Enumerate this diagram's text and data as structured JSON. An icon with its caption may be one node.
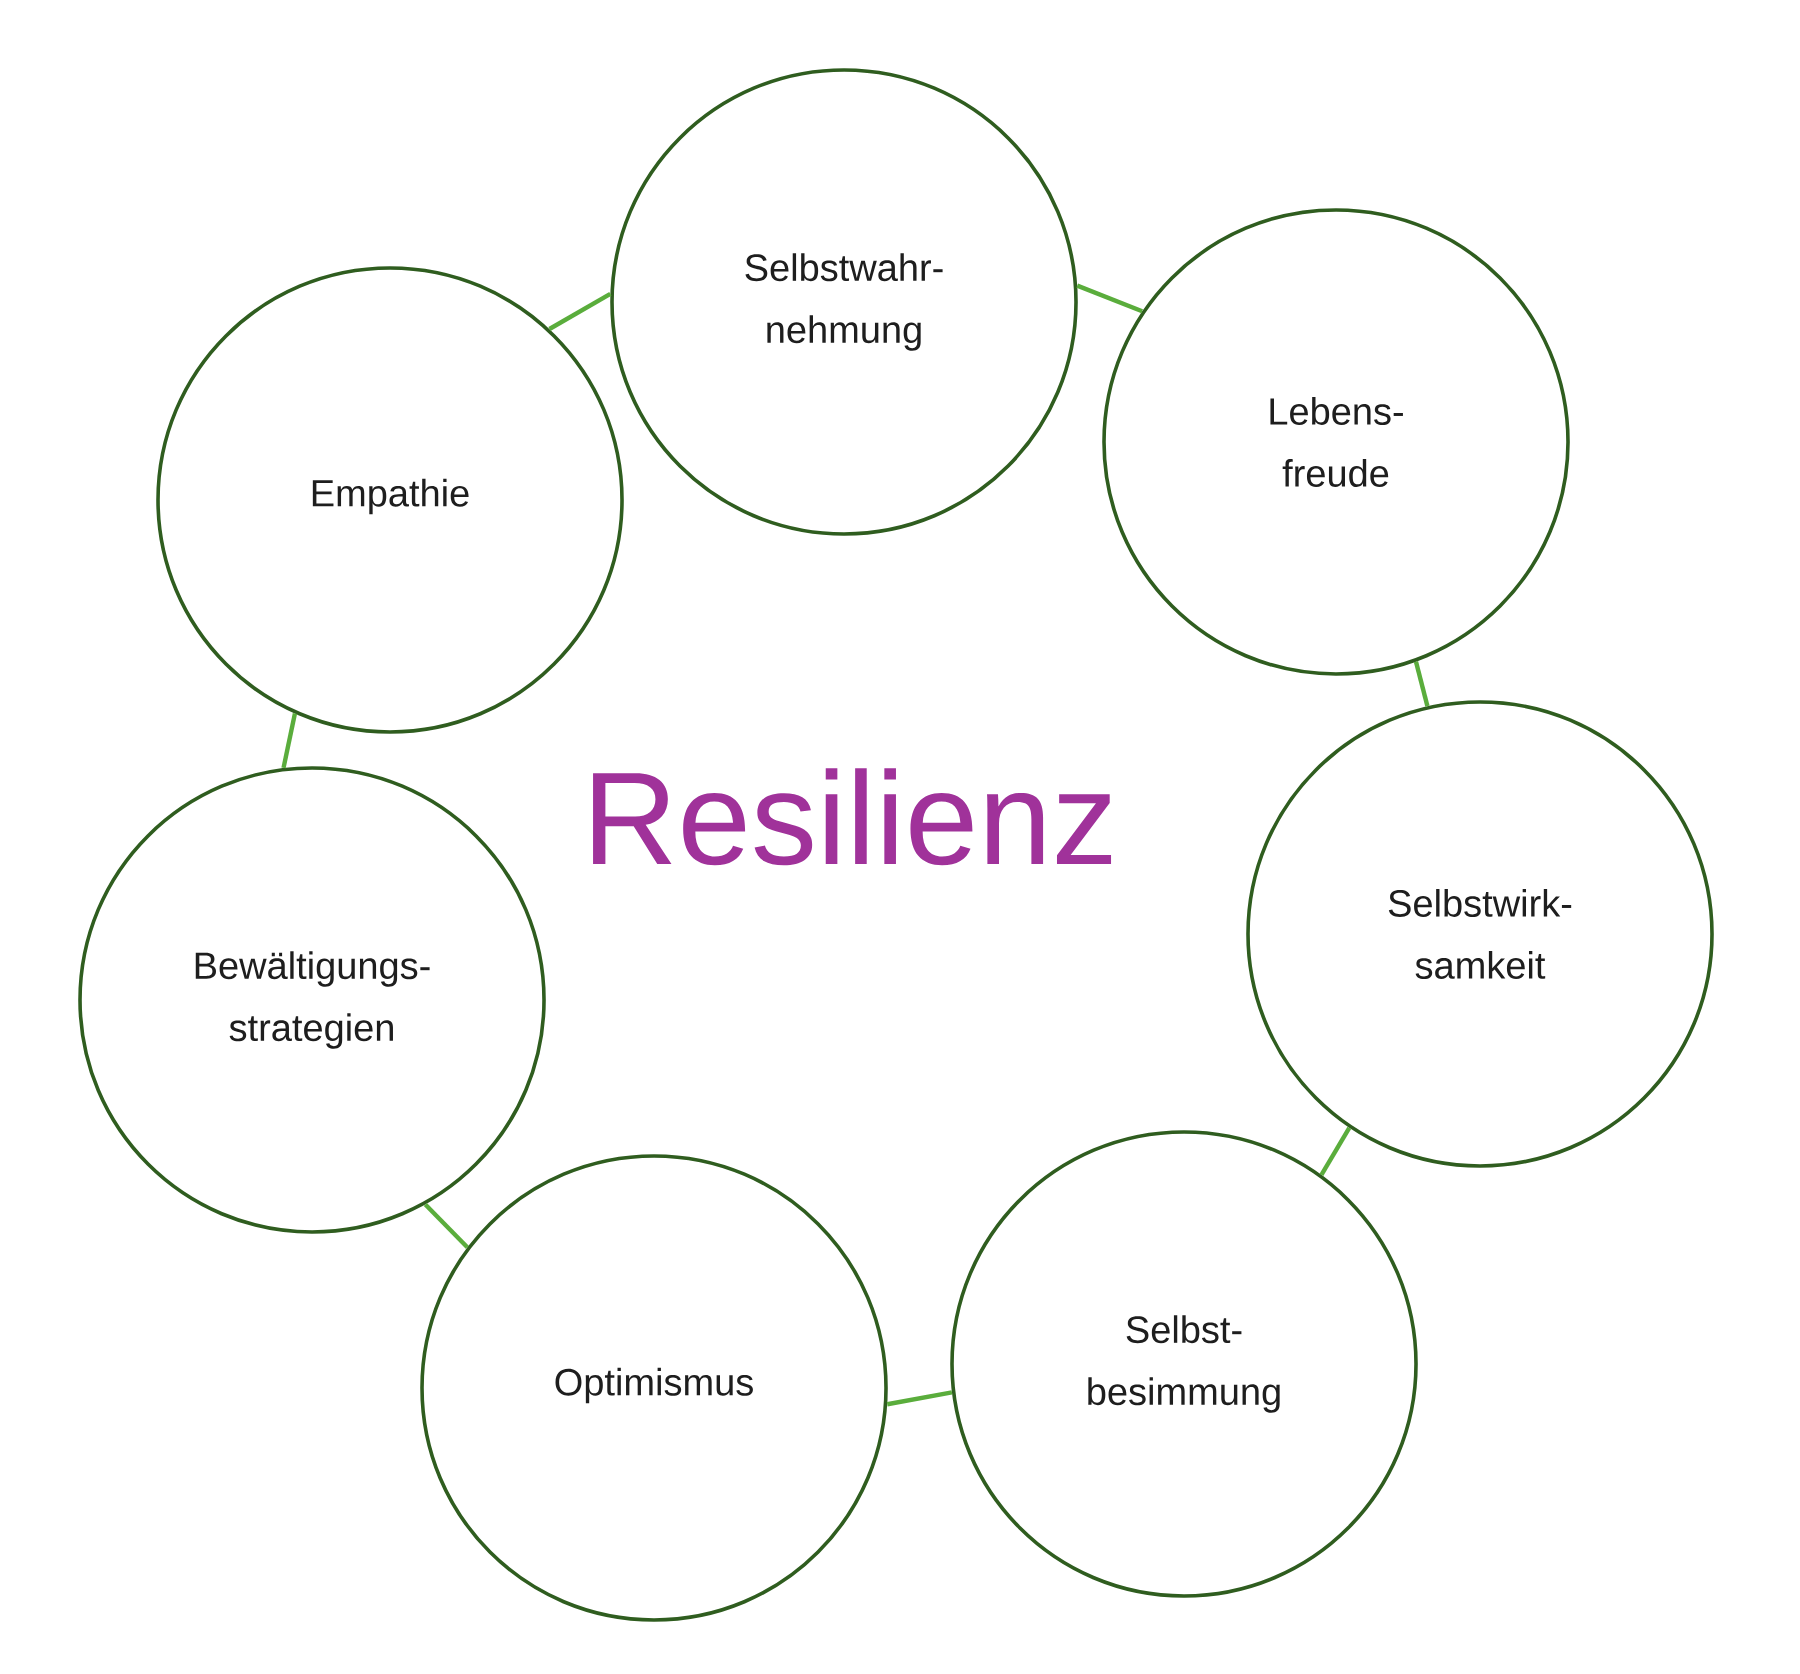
{
  "diagram": {
    "title": "Resilienz",
    "nodes": [
      {
        "text": [
          "Selbstwahr- nehmung"
        ]
      },
      {
        "text": [
          "Lebens- freude"
        ]
      },
      {
        "text": [
          "Selbstwirk- samkeit"
        ]
      },
      {
        "text": [
          "Selbst- besimmung"
        ]
      },
      {
        "text": [
          "Optimismus"
        ]
      },
      {
        "text": [
          "Bewältigungs- strategien"
        ]
      },
      {
        "text": [
          "Empathie"
        ]
      }
    ],
    "edges": [
      {
        "from": 0,
        "to": 1,
        "arrow": "none"
      },
      {
        "from": 1,
        "to": 2,
        "arrow": "none"
      },
      {
        "from": 2,
        "to": 3,
        "arrow": "none"
      },
      {
        "from": 3,
        "to": 4,
        "arrow": "none"
      },
      {
        "from": 4,
        "to": 5,
        "arrow": "none"
      },
      {
        "from": 5,
        "to": 6,
        "arrow": "none"
      },
      {
        "from": 6,
        "to": 0,
        "arrow": "none"
      }
    ]
  }
}
